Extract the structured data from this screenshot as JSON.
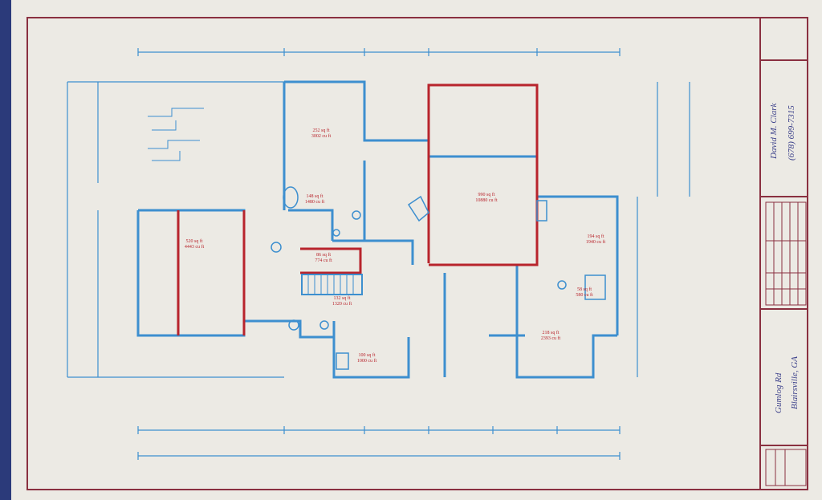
{
  "title_block": {
    "designer_name": "David M. Clark",
    "designer_phone": "(678) 699-7315",
    "road": "Gumlog Rd",
    "city": "Blairsville, GA"
  },
  "rooms": [
    {
      "area": "252 sq ft",
      "volume": "3002 cu ft"
    },
    {
      "area": "990 sq ft",
      "volume": "10880 cu ft"
    },
    {
      "area": "148 sq ft",
      "volume": "1480 cu ft"
    },
    {
      "area": "520 sq ft",
      "volume": "4443 cu ft"
    },
    {
      "area": "86 sq ft",
      "volume": "774 cu ft"
    },
    {
      "area": "194 sq ft",
      "volume": "1940 cu ft"
    },
    {
      "area": "132 sq ft",
      "volume": "1320 cu ft"
    },
    {
      "area": "58 sq ft",
      "volume": "580 cu ft"
    },
    {
      "area": "218 sq ft",
      "volume": "2393 cu ft"
    },
    {
      "area": "100 sq ft",
      "volume": "1000 cu ft"
    }
  ],
  "colors": {
    "plan_lines": "#3d8fcf",
    "highlight": "#b8242c",
    "border": "#8a3040",
    "title_text": "#3a3f8a"
  }
}
